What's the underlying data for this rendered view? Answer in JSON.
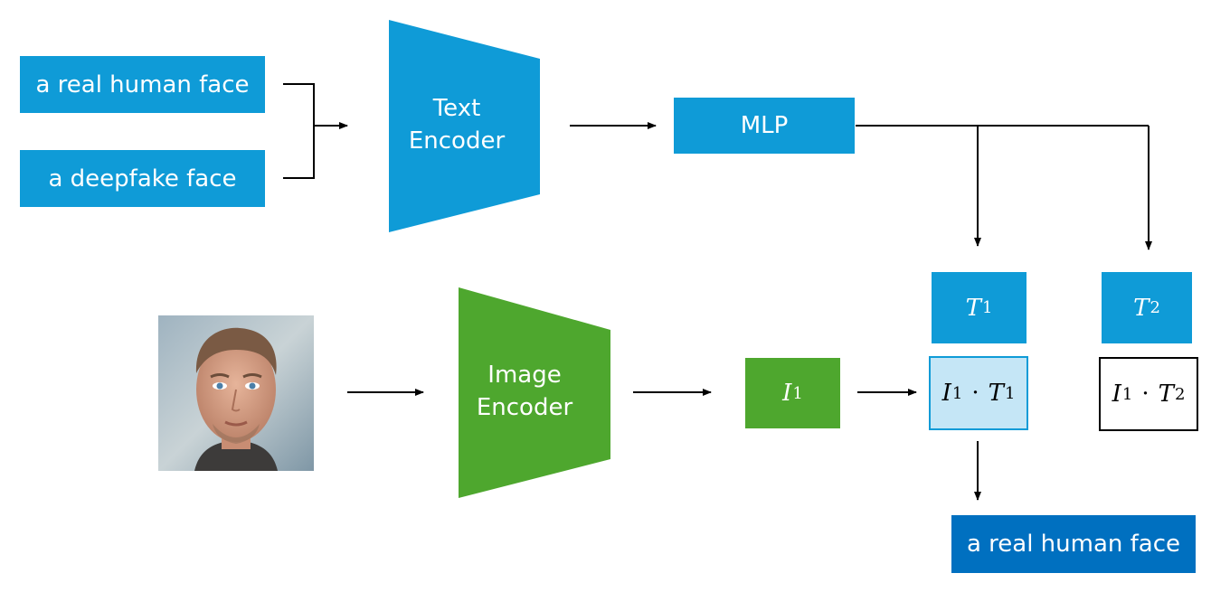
{
  "prompts": {
    "real": "a real human face",
    "fake": "a deepfake face"
  },
  "text_encoder": {
    "line1": "Text",
    "line2": "Encoder"
  },
  "image_encoder": {
    "line1": "Image",
    "line2": "Encoder"
  },
  "mlp": "MLP",
  "features": {
    "t1": {
      "symbol": "T",
      "sub": "1"
    },
    "t2": {
      "symbol": "T",
      "sub": "2"
    },
    "i1": {
      "symbol": "I",
      "sub": "1"
    }
  },
  "scores": {
    "s1": {
      "a": "I",
      "a_sub": "1",
      "dot": "·",
      "b": "T",
      "b_sub": "1"
    },
    "s2": {
      "a": "I",
      "a_sub": "1",
      "dot": "·",
      "b": "T",
      "b_sub": "2"
    }
  },
  "output": "a real human face",
  "colors": {
    "text_branch": "#0f9bd7",
    "image_branch": "#4ea72e",
    "selected_score": "#c5e6f6",
    "output": "#0070c0"
  }
}
